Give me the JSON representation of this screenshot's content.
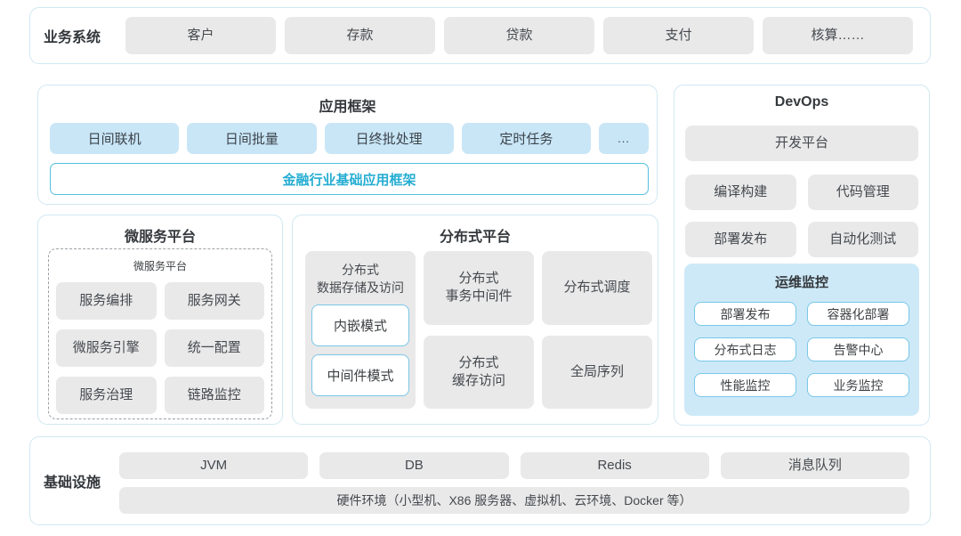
{
  "colors": {
    "panel_border": "#cfe8f2",
    "gray_fill": "#e9e9e9",
    "blue_fill": "#c9e6f7",
    "monitor_bg": "#cde9f7",
    "accent_border": "#55c0de",
    "accent_text": "#25add2",
    "mode_border": "#79c7e8",
    "text_dark": "#3d4043"
  },
  "business_systems": {
    "label": "业务系统",
    "items": [
      "客户",
      "存款",
      "贷款",
      "支付",
      "核算……"
    ]
  },
  "app_framework": {
    "title": "应用框架",
    "items": [
      "日间联机",
      "日间批量",
      "日终批处理",
      "定时任务",
      "..."
    ],
    "base_framework": "金融行业基础应用框架"
  },
  "devops": {
    "title": "DevOps",
    "dev_platform": "开发平台",
    "tools": [
      "编译构建",
      "代码管理",
      "部署发布",
      "自动化测试"
    ],
    "monitoring": {
      "title": "运维监控",
      "items": [
        "部署发布",
        "容器化部署",
        "分布式日志",
        "告警中心",
        "性能监控",
        "业务监控"
      ]
    }
  },
  "microservice_platform": {
    "title": "微服务平台",
    "inner_title": "微服务平台",
    "items": [
      "服务编排",
      "服务网关",
      "微服务引擎",
      "统一配置",
      "服务治理",
      "链路监控"
    ]
  },
  "distributed_platform": {
    "title": "分布式平台",
    "storage": {
      "line1": "分布式",
      "line2": "数据存储及访问",
      "modes": [
        "内嵌模式",
        "中间件模式"
      ]
    },
    "cells": {
      "transaction_line1": "分布式",
      "transaction_line2": "事务中间件",
      "scheduler": "分布式调度",
      "cache_line1": "分布式",
      "cache_line2": "缓存访问",
      "sequence": "全局序列"
    }
  },
  "infrastructure": {
    "label": "基础设施",
    "items": [
      "JVM",
      "DB",
      "Redis",
      "消息队列"
    ],
    "hardware": "硬件环境（小型机、X86 服务器、虚拟机、云环境、Docker 等）"
  }
}
